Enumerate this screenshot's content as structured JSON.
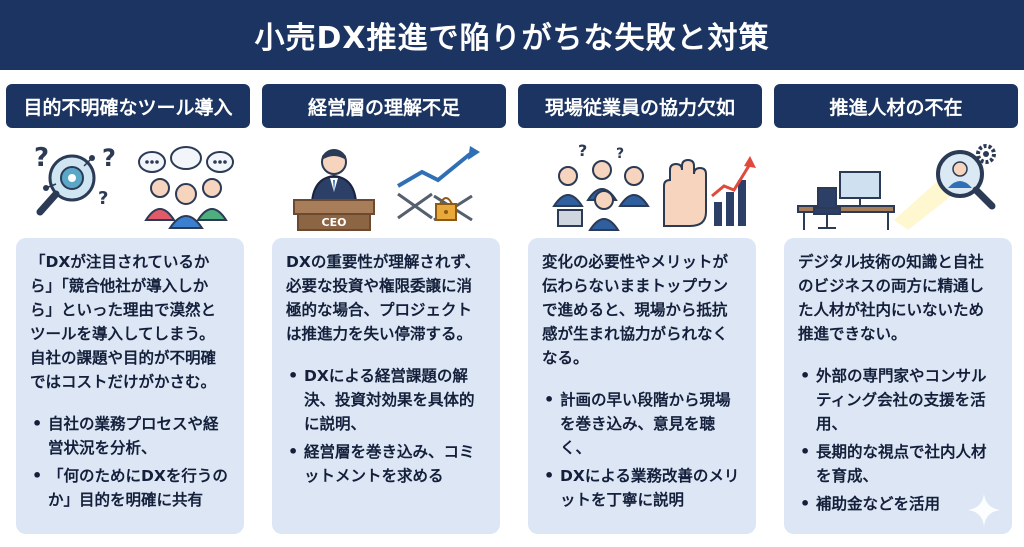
{
  "title": "小売DX推進で陥りがちな失敗と対策",
  "columns": [
    {
      "heading": "目的不明確なツール導入",
      "description": "「DXが注目されているから」「競合他社が導入しから」といった理由で漠然とツールを導入してしまう。自社の課題や目的が不明確ではコストだけがかさむ。",
      "bullets": [
        "自社の業務プロセスや経営状況を分析、",
        "「何のためにDXを行うのか」目的を明確に共有"
      ],
      "icons": [
        "question-marks-icon",
        "magnifier-gear-icon",
        "speech-bubbles-icon",
        "people-group-icon"
      ]
    },
    {
      "heading": "経営層の理解不足",
      "description": "DXの重要性が理解されず、必要な投資や権限委譲に消極的な場合、プロジェクトは推進力を失い停滞する。",
      "bullets": [
        "DXによる経営課題の解決、投資対効果を具体的に説明、",
        "経営層を巻き込み、コミットメントを求める"
      ],
      "ceo_label": "CEO",
      "icons": [
        "ceo-desk-icon",
        "chained-lock-icon",
        "rising-arrow-icon"
      ]
    },
    {
      "heading": "現場従業員の協力欠如",
      "description": "変化の必要性やメリットが伝わらないままトップウンで進めると、現場から抵抗感が生まれ協力がられなくなる。",
      "bullets": [
        "計画の早い段階から現場を巻き込み、意見を聴く、",
        "DXによる業務改善のメリットを丁寧に説明"
      ],
      "icons": [
        "staff-group-icon",
        "stop-hand-icon",
        "bar-chart-icon"
      ]
    },
    {
      "heading": "推進人材の不在",
      "description": "デジタル技術の知識と自社のビジネスの両方に精通した人材が社内にいないため推進できない。",
      "bullets": [
        "外部の専門家やコンサルティング会社の支援を活用、",
        "長期的な視点で社内人材を育成、",
        "補助金などを活用"
      ],
      "icons": [
        "empty-desk-icon",
        "search-person-icon",
        "gear-icon"
      ]
    }
  ],
  "colors": {
    "navy": "#1c3461",
    "card": "#dce6f4",
    "accent_red": "#e04a3c",
    "accent_blue": "#2f6fb5"
  }
}
